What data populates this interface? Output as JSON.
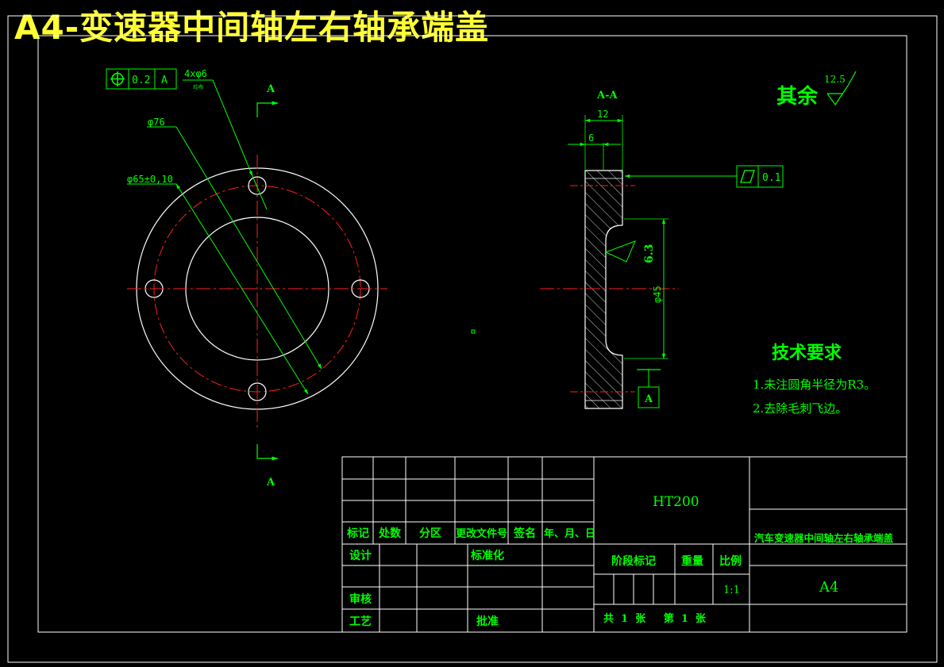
{
  "header": {
    "title": "A4-变速器中间轴左右轴承端盖"
  },
  "front_view": {
    "position_tol_value": "0.2",
    "position_tol_datum": "A",
    "hole_callout": "4xφ6",
    "hole_note": "均布",
    "outer_dia": "φ76",
    "pcd_dia": "φ65±0,10",
    "section_mark_top": "A",
    "section_mark_bottom": "A"
  },
  "section_view": {
    "title": "A-A",
    "width_total": "12",
    "width_flange": "6",
    "flatness_value": "0.1",
    "roughness": "6.3",
    "bore_dia": "φ45",
    "datum_label": "A"
  },
  "surface_finish": {
    "label": "其余",
    "value": "12.5"
  },
  "tech_requirements": {
    "title": "技术要求",
    "items": [
      "1.未注圆角半径为R3。",
      "2.去除毛刺飞边。"
    ]
  },
  "title_block": {
    "material": "HT200",
    "headers": [
      "标记",
      "处数",
      "分区",
      "更改文件号",
      "签名",
      "年、月、日"
    ],
    "design": "设计",
    "standard": "标准化",
    "check": "审核",
    "process": "工艺",
    "approve": "批准",
    "stage_mark": "阶段标记",
    "weight": "重量",
    "scale_label": "比例",
    "scale_value": "1:1",
    "sheets": "共  1  张     第  1  张",
    "part_name": "汽车变速器中间轴左右轴承端盖",
    "sheet_size": "A4"
  },
  "colors": {
    "background": "#000000",
    "line": "#ffffff",
    "dim": "#00ff00",
    "center": "#ff0000",
    "title": "#ffff33"
  }
}
